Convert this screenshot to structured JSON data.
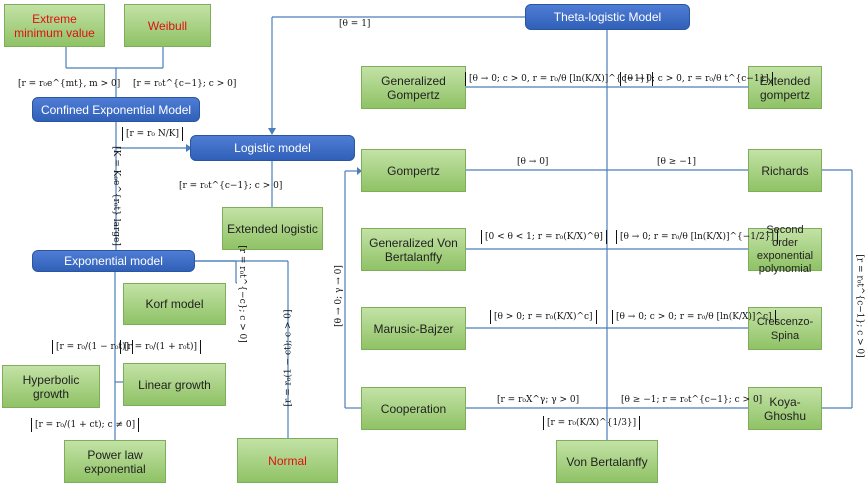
{
  "nodes": {
    "extreme": "Extreme minimum value",
    "weibull": "Weibull",
    "theta_logistic": "Theta-logistic Model",
    "confined_exponential": "Confined Exponential Model",
    "logistic": "Logistic model",
    "extended_logistic": "Extended logistic",
    "exponential": "Exponential model",
    "korf": "Korf model",
    "hyperbolic": "Hyperbolic growth",
    "linear": "Linear growth",
    "power_law": "Power law exponential",
    "normal": "Normal",
    "gen_gompertz": "Generalized Gompertz",
    "ext_gompertz": "Extended gompertz",
    "gompertz": "Gompertz",
    "richards": "Richards",
    "gen_von_bert": "Generalized Von Bertalanffy",
    "second_order": "Second order exponential polynomial",
    "marusic": "Marusic-Bajzer",
    "crescenzo": "Crescenzo-Spina",
    "cooperation": "Cooperation",
    "koya": "Koya-Ghoshu",
    "von_bert": "Von Bertalanffy"
  },
  "formulas": {
    "theta_eq_1": "[θ = 1]",
    "r_r0_emt": "[r = r₀e^{mt}, m > 0]",
    "r_r0_tc1": "[r = r₀t^{c−1}; c > 0]",
    "r_r0_N_K": "[r = r₀ N/K]",
    "K_large": "[K = K₀e^{r₀t} large]",
    "ext_logistic": "[r = r₀t^{c−1}; c > 0]",
    "korf_cond": "[r = r₀t^{−c}; c > 0]",
    "normal_cond": "[r = r₀(1 − ct); c > 0]",
    "hyperbolic_cond": "[r = r₀/(1 − r₀t)]",
    "linear_cond": "[r = r₀/(1 + r₀t)]",
    "power_cond": "[r = r₀/(1 + ct); c ≠ 0]",
    "gen_gompertz_cond": "[θ → 0; c > 0, r = r₀/θ [ln(K/X)]^{c−1}]",
    "ext_gompertz_cond": "[θ → 0; c > 0, r = r₀/θ t^{c−1}]",
    "gompertz_cond": "[θ → 0]",
    "richards_cond": "[θ ≥ −1]",
    "gen_vb_cond": "[0 < θ < 1; r = r₀(K/X)^θ]",
    "second_order_cond": "[θ → 0; r = r₀/θ [ln(K/X)]^{−1/2}]",
    "marusic_cond": "[θ > 0; r = r₀(K/X)^c]",
    "crescenzo_cond": "[θ → 0; c > 0; r = r₀/θ [ln(K/X)]^c]",
    "cooperation_cond": "[r = r₀X^γ; γ > 0]",
    "koya_cond": "[θ ≥ −1; r = r₀t^{c−1}; c > 0]",
    "von_bert_cond": "[r = r₀(K/X)^{1/3}]",
    "left_loop_cond": "[θ → 0; γ → 0]",
    "right_loop_cond": "[r = r₀t^{c−1}; c > 0]"
  },
  "colors": {
    "green_fill": "#a9d18e",
    "blue_fill": "#4472c4",
    "line": "#4a7ebb",
    "red_text": "#e01010"
  }
}
